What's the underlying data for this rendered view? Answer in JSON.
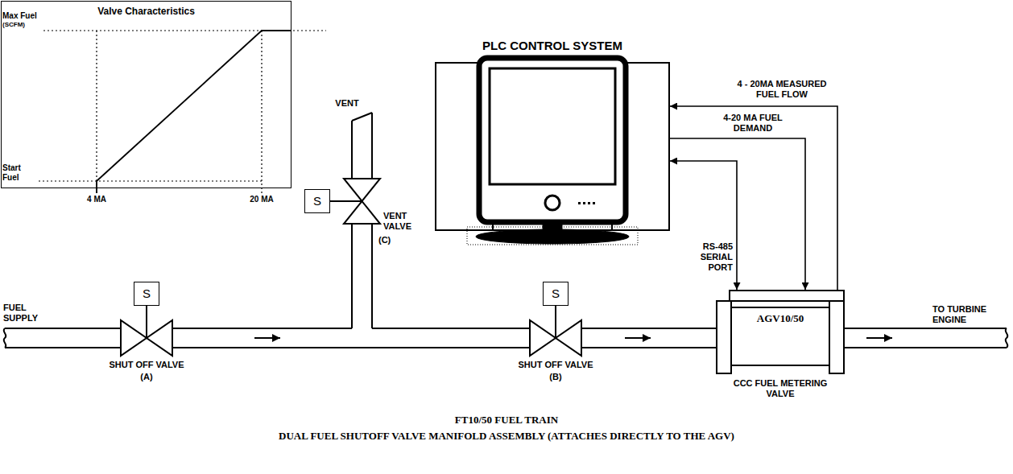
{
  "diagram": {
    "caption": "FT10/50 FUEL TRAIN",
    "nodes": [
      {
        "text": [
          "Valve Characteristics"
        ]
      },
      {
        "text": [
          "S"
        ]
      },
      {
        "text": [
          "S"
        ]
      },
      {
        "text": [
          "PLC CONTROL SYSTEM"
        ]
      },
      {
        "text": [
          "S"
        ]
      },
      {
        "text": [
          "AGV10/50",
          "CCC FUEL METERING VALVE"
        ]
      }
    ],
    "edges": [
      {
        "from": 5,
        "to": 3,
        "arrow": "to",
        "label": "4 - 20MA MEASURED FUEL FLOW"
      },
      {
        "from": 3,
        "to": 5,
        "arrow": "to",
        "label": "4-20 MA FUEL DEMAND"
      },
      {
        "from": 3,
        "to": 5,
        "arrow": "both",
        "label": "RS-485 SERIAL PORT"
      }
    ],
    "labels": [
      "Max Fuel",
      "(SCFM)",
      "Start Fuel",
      "4 MA",
      "20 MA",
      "VENT",
      "VENT VALVE",
      "(C)",
      "FUEL SUPPLY",
      "SHUT OFF VALVE",
      "(A)",
      "SHUT OFF VALVE",
      "(B)",
      "TO TURBINE ENGINE",
      "DUAL FUEL SHUTOFF VALVE MANIFOLD ASSEMBLY (ATTACHES DIRECTLY TO THE AGV)"
    ]
  }
}
